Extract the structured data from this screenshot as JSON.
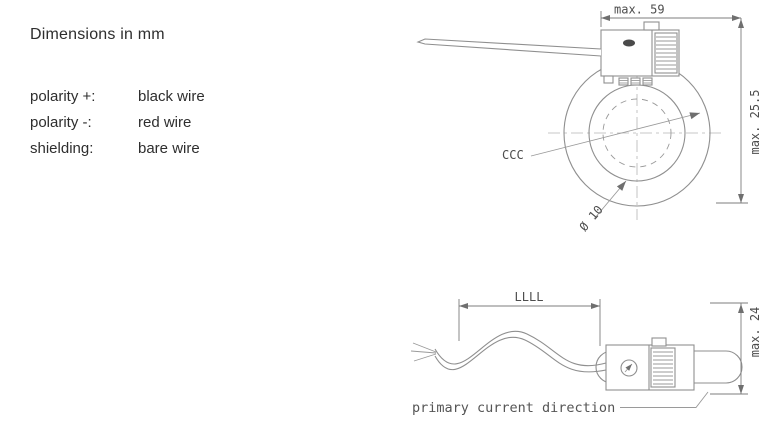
{
  "header": {
    "title": "Dimensions in mm"
  },
  "legend": {
    "rows": [
      {
        "label": "polarity +:",
        "value": "black wire"
      },
      {
        "label": "polarity -:",
        "value": "red wire"
      },
      {
        "label": "shielding:",
        "value": "bare wire"
      }
    ]
  },
  "drawing": {
    "front_view": {
      "width_dim": "max. 59",
      "height_dim": "max. 25.5",
      "inner_diameter_dim": "Ø 10",
      "marking": "CCC"
    },
    "side_view": {
      "cable_length_dim": "LLLL",
      "height_dim": "max. 24",
      "annotation": "primary current direction"
    }
  },
  "colors": {
    "line": "#8f8f8f",
    "dim_text": "#4d4d4d",
    "body_text": "#2e2e2e",
    "background": "#ffffff"
  }
}
